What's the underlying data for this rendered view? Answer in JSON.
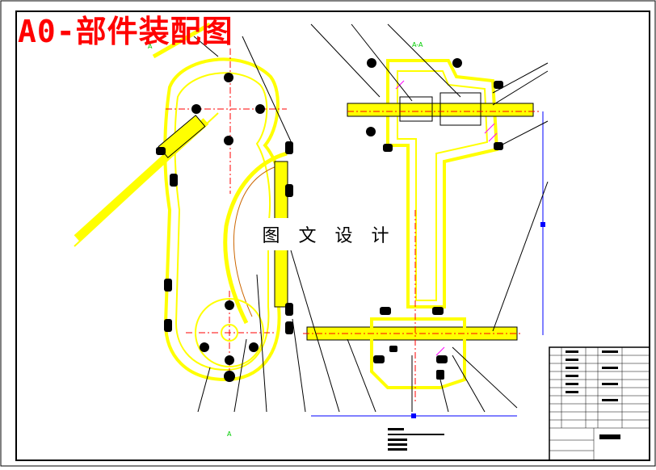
{
  "drawing": {
    "title": "A0-部件装配图",
    "watermark": "图 文 设 计",
    "section_label": "A-A",
    "marker_a": "A"
  },
  "colors": {
    "part": "#ffff00",
    "outline": "#000000",
    "centerline": "#ff0000",
    "dimension": "#0000ff",
    "hatch": "#ff00ff",
    "label": "#00cc00",
    "title": "#ff0000"
  }
}
